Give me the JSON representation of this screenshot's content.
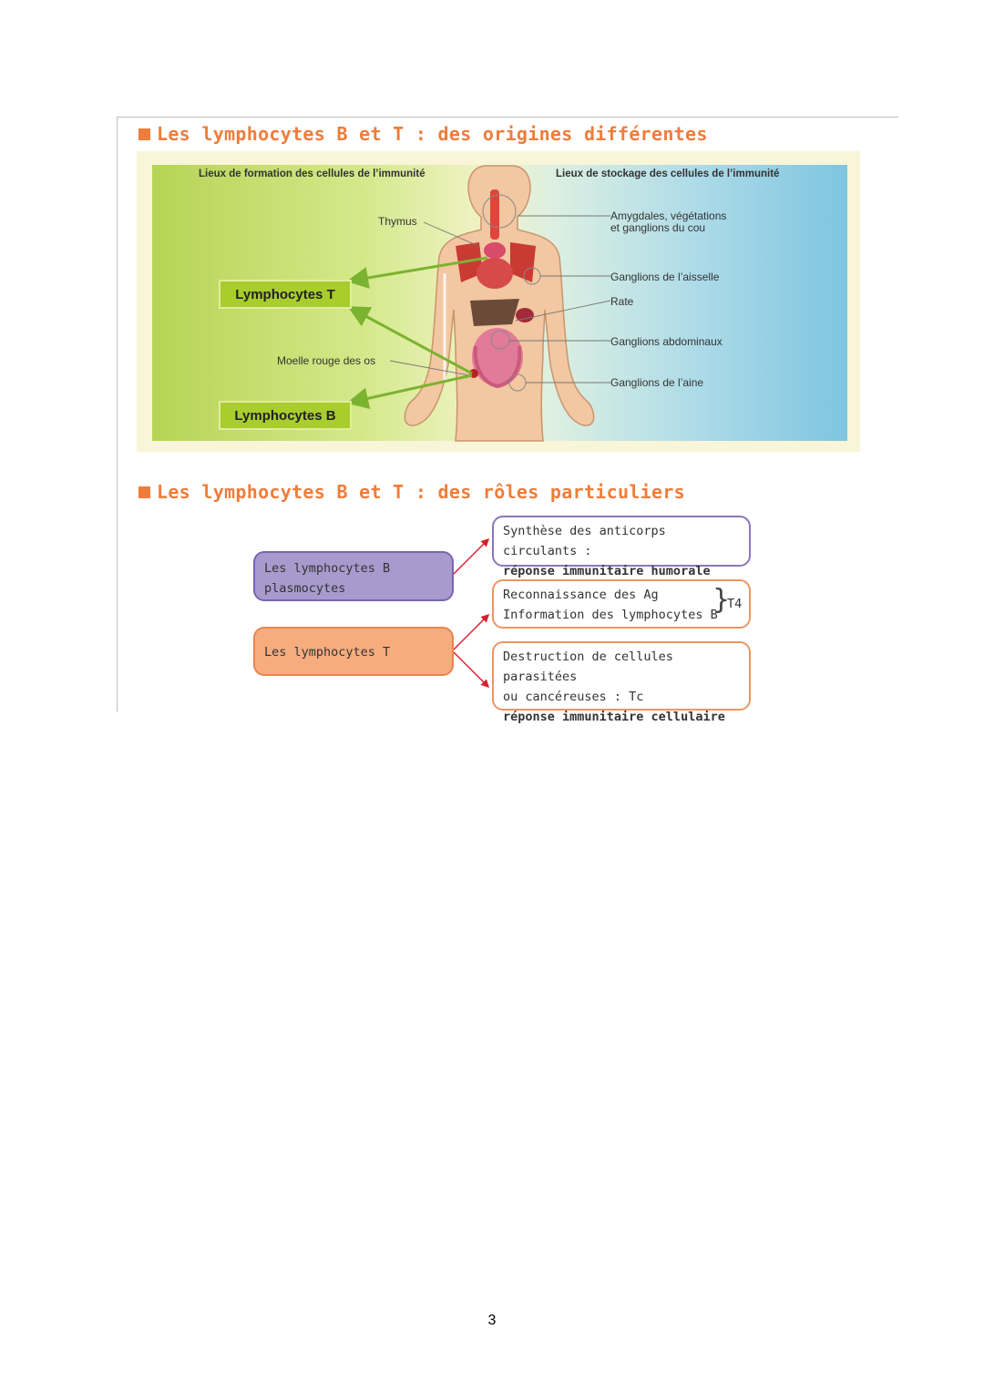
{
  "section1": {
    "title": "Les lymphocytes B et T : des origines différentes"
  },
  "figure": {
    "left_heading": "Lieux de formation des cellules de l’immunité",
    "right_heading": "Lieux de stockage des cellules de l’immunité",
    "thymus_label": "Thymus",
    "marrow_label": "Moelle rouge des os",
    "lymphocytes_t": "Lymphocytes T",
    "lymphocytes_b": "Lymphocytes B",
    "right_labels": {
      "tonsils_line1": "Amygdales, végétations",
      "tonsils_line2": "et ganglions du cou",
      "armpit": "Ganglions de l’aisselle",
      "spleen": "Rate",
      "abdominal": "Ganglions abdominaux",
      "groin": "Ganglions de l’aine"
    }
  },
  "section2": {
    "title": "Les lymphocytes B et T : des rôles particuliers"
  },
  "roles": {
    "b_line1": "Les lymphocytes B",
    "b_line2": "plasmocytes",
    "t_label": "Les lymphocytes T",
    "out1_line1": "Synthèse des anticorps circulants :",
    "out1_line2": "réponse immunitaire humorale",
    "out2_line1": "Reconnaissance des Ag",
    "out2_line2": "Information des lymphocytes B",
    "out2_tag": "T4",
    "out3_line1": "Destruction de cellules parasitées",
    "out3_line2": "ou cancéreuses : Tc",
    "out3_line3": "réponse immunitaire cellulaire"
  },
  "colors": {
    "title_orange": "#ee7d3b",
    "lymphocyte_green": "#a8cd2c",
    "arrow_green": "#7bb330",
    "role_b_purple": "#a89acc",
    "role_t_orange": "#f7ac7e",
    "arrow_red": "#d6202c"
  },
  "page_number": "3"
}
